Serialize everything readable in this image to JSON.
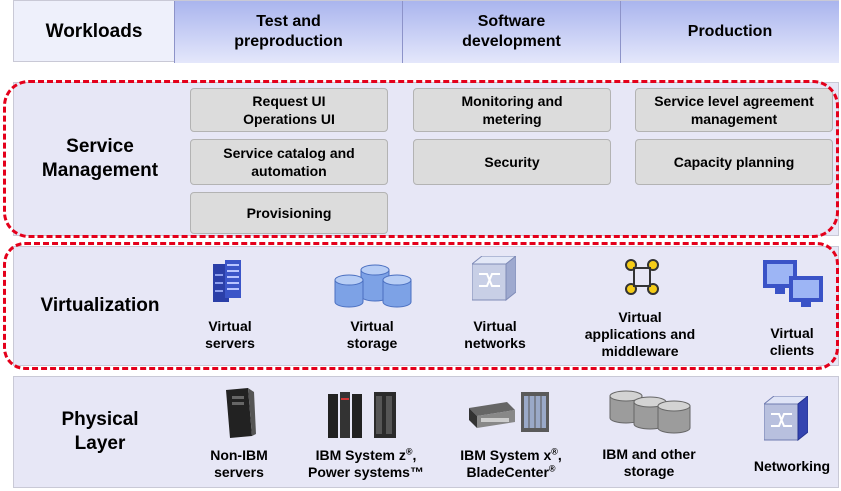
{
  "workloads": {
    "label": "Workloads",
    "columns": [
      "Test and\npreproduction",
      "Software\ndevelopment",
      "Production"
    ]
  },
  "service_management": {
    "label": "Service\nManagement",
    "items": [
      "Request UI\nOperations UI",
      "Service catalog and\nautomation",
      "Provisioning",
      "Monitoring and\nmetering",
      "Security",
      "Service level agreement\nmanagement",
      "Capacity planning"
    ]
  },
  "virtualization": {
    "label": "Virtualization",
    "items": [
      {
        "label": "Virtual\nservers",
        "icon": "server-rack-icon"
      },
      {
        "label": "Virtual\nstorage",
        "icon": "storage-cylinders-icon"
      },
      {
        "label": "Virtual\nnetworks",
        "icon": "network-switch-icon"
      },
      {
        "label": "Virtual\napplications and\nmiddleware",
        "icon": "application-nodes-icon"
      },
      {
        "label": "Virtual\nclients",
        "icon": "client-monitors-icon"
      }
    ]
  },
  "physical": {
    "label": "Physical\nLayer",
    "items": [
      {
        "label": "Non-IBM\nservers",
        "icon": "tower-server-icon"
      },
      {
        "label_main": "IBM System z",
        "label_sup": "®",
        "label_rest": ",\nPower systems™",
        "icon": "mainframe-icon"
      },
      {
        "label_main": "IBM System x",
        "label_sup": "®",
        "label_rest": ",\nBladeCenter",
        "label_sup2": "®",
        "icon": "blade-server-icon"
      },
      {
        "label": "IBM and other\nstorage",
        "icon": "disk-storage-icon"
      },
      {
        "label": "Networking",
        "icon": "network-switch-icon"
      }
    ]
  },
  "colors": {
    "dash": "#e4001b",
    "band": "#e7e7f6",
    "header_top": "#aab5ee",
    "button": "#dcdcdc"
  }
}
